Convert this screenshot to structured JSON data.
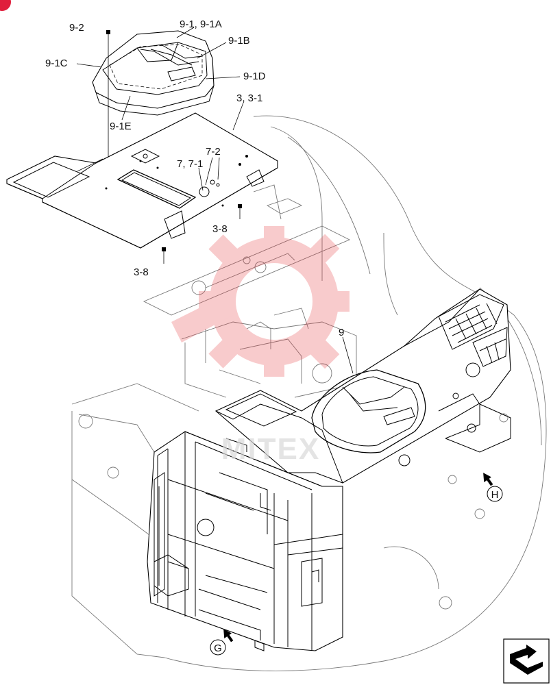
{
  "labels": {
    "l_9_2": "9-2",
    "l_9_1": "9-1, 9-1A",
    "l_9_1b": "9-1B",
    "l_9_1c": "9-1C",
    "l_9_1d": "9-1D",
    "l_9_1e": "9-1E",
    "l_3": "3, 3-1",
    "l_7_2": "7-2",
    "l_7": "7, 7-1",
    "l_3_8a": "3-8",
    "l_3_8b": "3-8",
    "l_9": "9",
    "l_h": "H",
    "l_g": "G"
  },
  "watermark": {
    "text": "MITEX",
    "color": "#e8474c"
  }
}
